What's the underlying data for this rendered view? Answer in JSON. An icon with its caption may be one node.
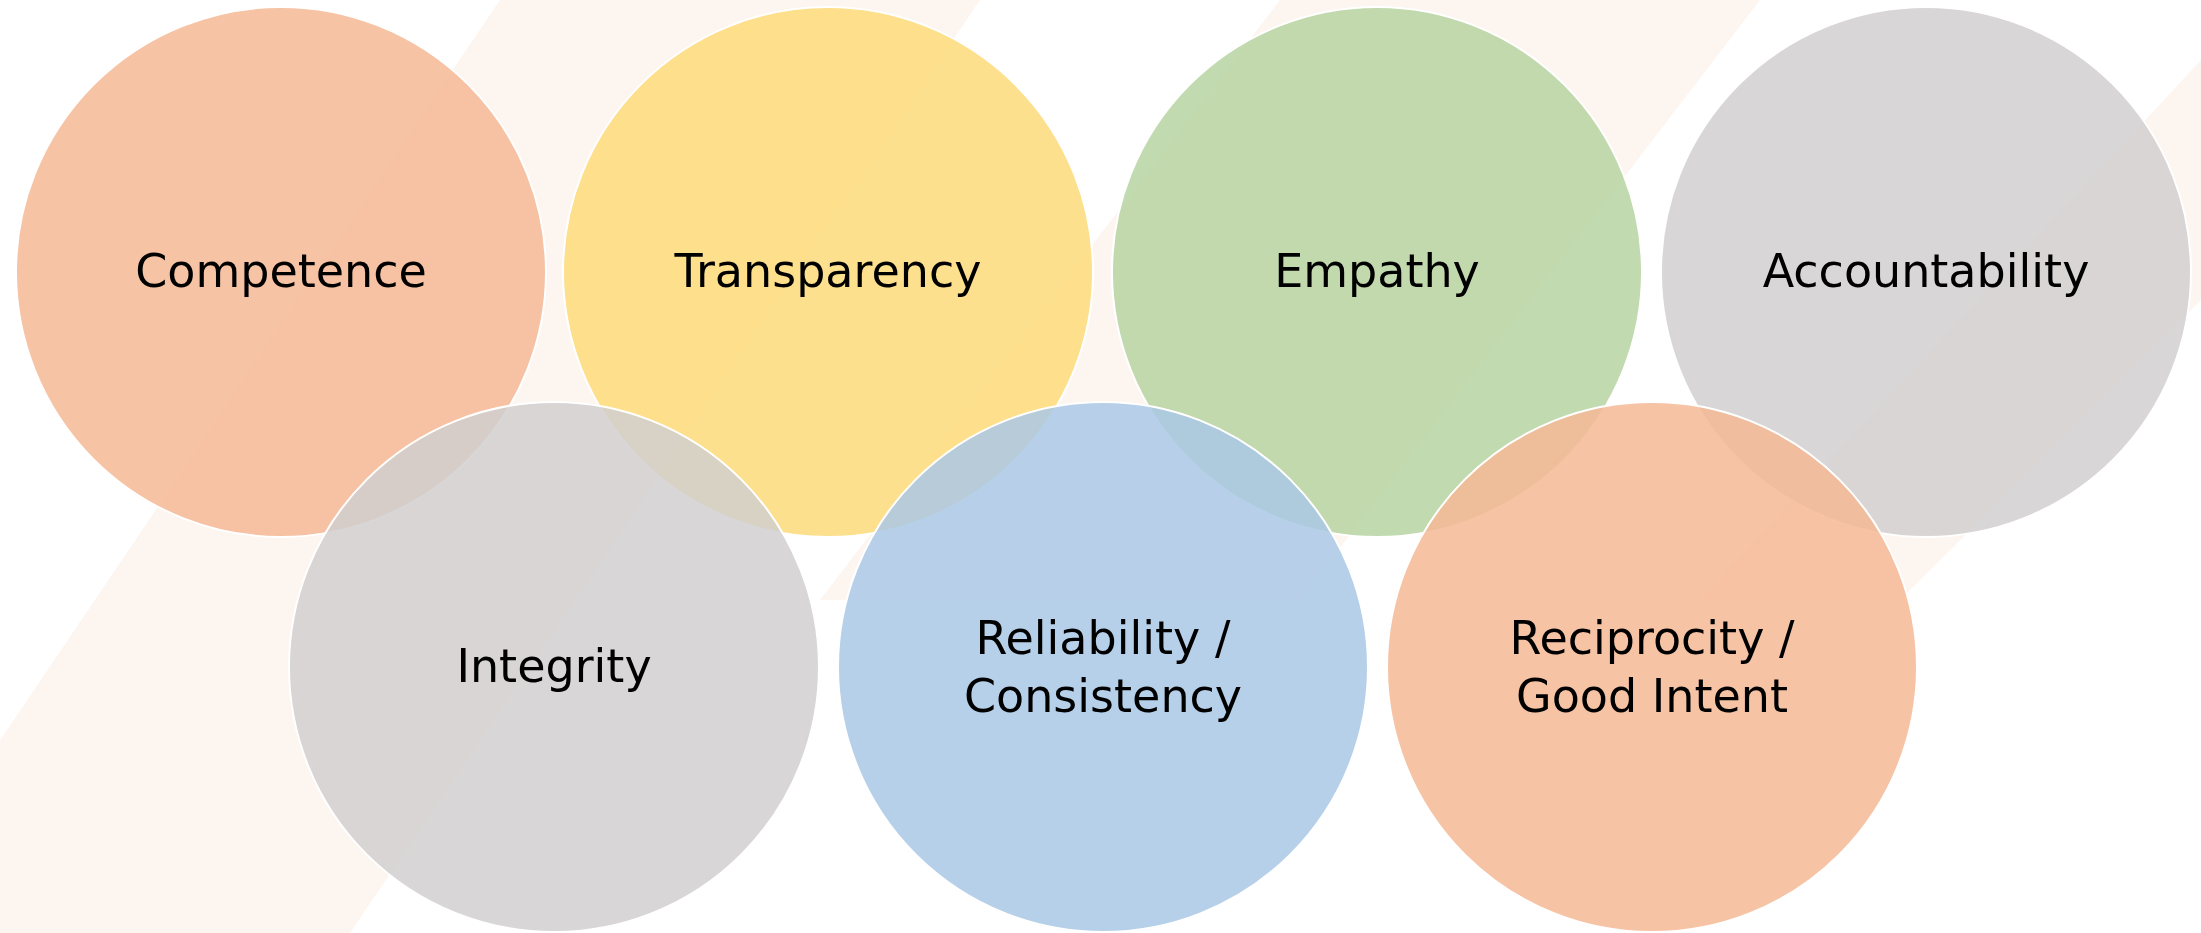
{
  "diagram": {
    "nodes": [
      {
        "text": [
          "Competence"
        ]
      },
      {
        "text": [
          "Transparency"
        ]
      },
      {
        "text": [
          "Empathy"
        ]
      },
      {
        "text": [
          "Accountability"
        ]
      },
      {
        "text": [
          "Integrity"
        ]
      },
      {
        "text": [
          "Reliability / Consistency"
        ]
      },
      {
        "text": [
          "Reciprocity / Good Intent"
        ]
      }
    ]
  }
}
